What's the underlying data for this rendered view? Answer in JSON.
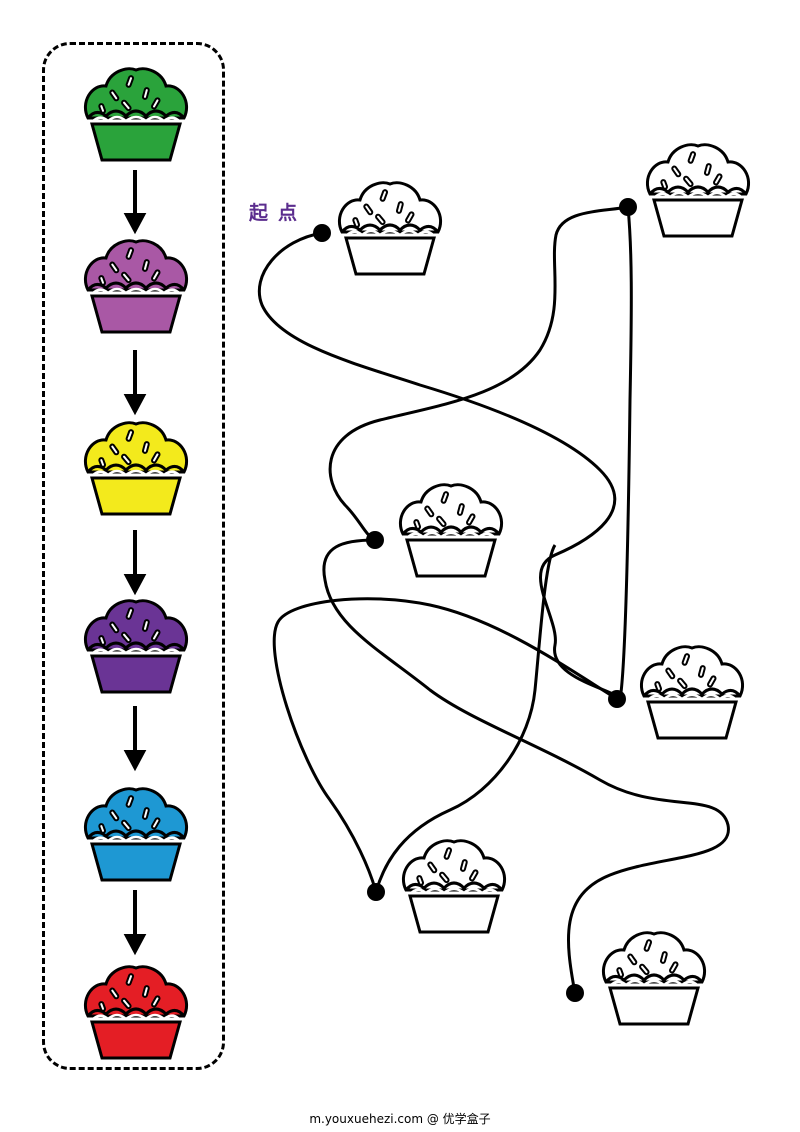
{
  "start_label": "起点",
  "footer_text": "m.youxuehezi.com @ 优学盒子",
  "sequence": [
    {
      "name": "green-cupcake",
      "color": "#2aa33b"
    },
    {
      "name": "purple-pink-cupcake",
      "color": "#a958a5"
    },
    {
      "name": "yellow-cupcake",
      "color": "#f3ea1c"
    },
    {
      "name": "dark-purple-cupcake",
      "color": "#6a3495"
    },
    {
      "name": "blue-cupcake",
      "color": "#1e98d3"
    },
    {
      "name": "red-cupcake",
      "color": "#e41e25"
    }
  ],
  "maze_cupcakes_color": "#ffffff",
  "icons": {
    "arrow": "down-arrow-icon",
    "dot": "path-endpoint-dot"
  }
}
